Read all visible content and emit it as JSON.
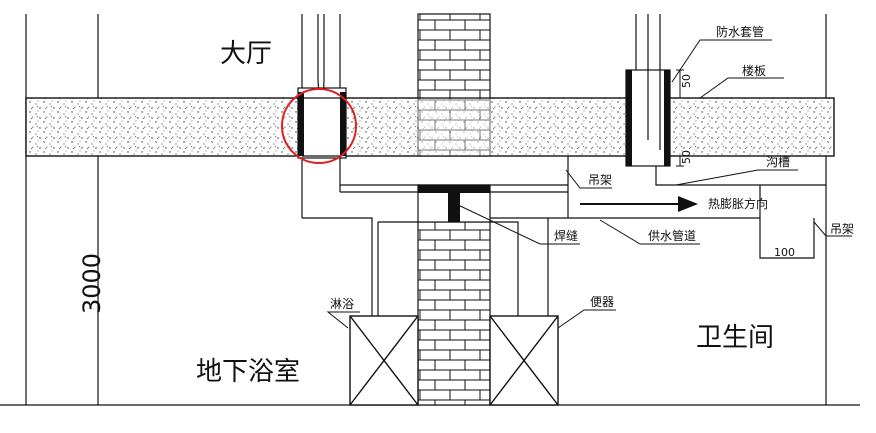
{
  "labels": {
    "hall": "大厅",
    "basement_bath": "地下浴室",
    "toilet_room": "卫生间",
    "dimension_height": "3000",
    "waterproof_sleeve": "防水套管",
    "floor_slab": "楼板",
    "hanger_left": "吊架",
    "hanger_right": "吊架",
    "gutter": "沟槽",
    "thermal_direction": "热膨胀方向",
    "weld_seam": "焊缝",
    "supply_pipe": "供水管道",
    "shower": "淋浴",
    "toilet": "便器",
    "dim_100": "100",
    "dim_50_top": "50",
    "dim_50_bottom": "50"
  },
  "colors": {
    "line": "#111111",
    "highlight_circle": "#e02020",
    "background": "#ffffff"
  }
}
